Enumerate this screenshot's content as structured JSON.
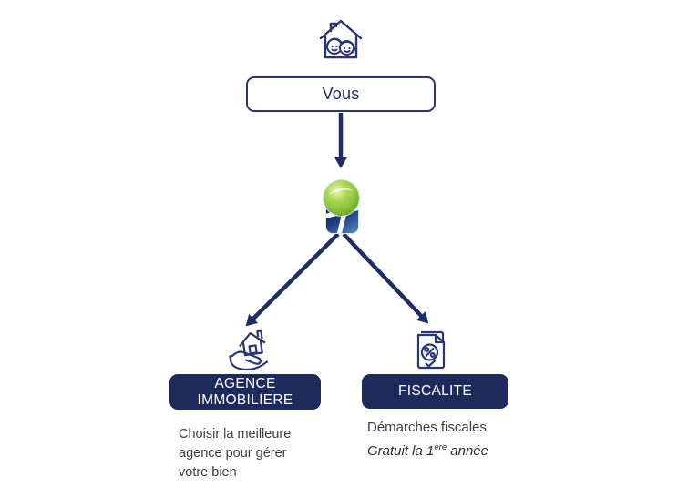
{
  "colors": {
    "navy": "#26316e",
    "box_navy": "#1f2a5c",
    "arrow_navy": "#1f2c66",
    "text_gray": "#3c3c3c",
    "logo_green": "#8cc63f",
    "logo_blue": "#2d5fa8",
    "background": "#ffffff"
  },
  "nodes": {
    "vous": {
      "icon": "family-house-icon",
      "label": "Vous"
    },
    "logo": {
      "icon": "company-logo"
    },
    "agence": {
      "icon": "hand-house-icon",
      "title": "AGENCE IMMOBILIERE",
      "description_lines": [
        "Choisir la meilleure",
        "agence pour gérer",
        "votre bien"
      ]
    },
    "fiscalite": {
      "icon": "tax-document-icon",
      "title": "FISCALITE",
      "description": "Démarches fiscales",
      "note": {
        "prefix": "Gratuit la 1",
        "sup": "ère",
        "suffix": " année"
      }
    }
  }
}
